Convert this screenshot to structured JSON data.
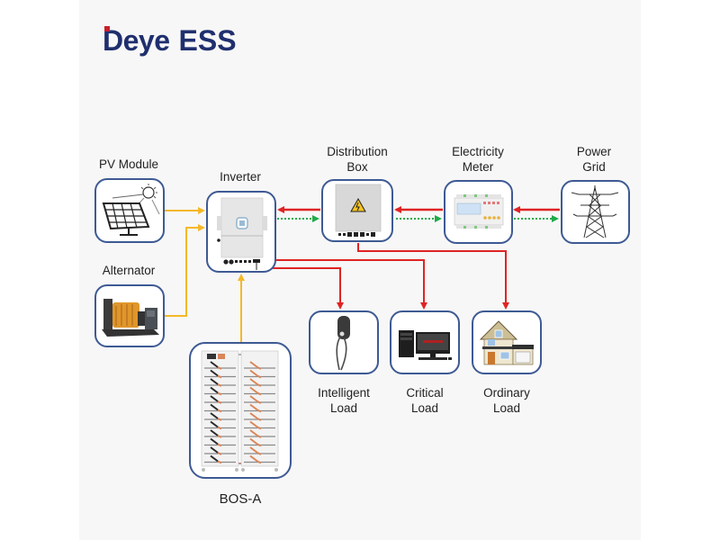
{
  "logo": {
    "brand": "Deye",
    "product": "ESS"
  },
  "colors": {
    "brand_blue": "#1f2f6e",
    "brand_red": "#c8202b",
    "node_border": "#3e5a94",
    "ac_power": "#e02424",
    "dc_power": "#f5b82a",
    "communication": "#1faa4a",
    "panel_bg": "#f7f7f7"
  },
  "nodes": {
    "pv_module": {
      "label": "PV Module"
    },
    "alternator": {
      "label": "Alternator"
    },
    "inverter": {
      "label": "Inverter"
    },
    "distribution_box": {
      "label_line1": "Distribution",
      "label_line2": "Box"
    },
    "electricity_meter": {
      "label_line1": "Electricity",
      "label_line2": "Meter"
    },
    "power_grid": {
      "label_line1": "Power",
      "label_line2": "Grid"
    },
    "intelligent_load": {
      "label_line1": "Intelligent",
      "label_line2": "Load"
    },
    "critical_load": {
      "label_line1": "Critical",
      "label_line2": "Load"
    },
    "ordinary_load": {
      "label_line1": "Ordinary",
      "label_line2": "Load"
    },
    "battery": {
      "label": "BOS-A"
    }
  },
  "connections": [
    {
      "from": "pv_module",
      "to": "inverter",
      "type": "dc_power"
    },
    {
      "from": "alternator",
      "to": "inverter",
      "type": "dc_power"
    },
    {
      "from": "battery",
      "to": "inverter",
      "type": "dc_power"
    },
    {
      "from": "distribution_box",
      "to": "inverter",
      "type": "ac_power"
    },
    {
      "from": "inverter",
      "to": "distribution_box",
      "type": "communication"
    },
    {
      "from": "electricity_meter",
      "to": "distribution_box",
      "type": "ac_power"
    },
    {
      "from": "distribution_box",
      "to": "electricity_meter",
      "type": "communication"
    },
    {
      "from": "power_grid",
      "to": "electricity_meter",
      "type": "ac_power"
    },
    {
      "from": "electricity_meter",
      "to": "power_grid",
      "type": "communication"
    },
    {
      "from": "inverter",
      "to": "intelligent_load",
      "type": "ac_power"
    },
    {
      "from": "inverter",
      "to": "critical_load",
      "type": "ac_power"
    },
    {
      "from": "distribution_box",
      "to": "ordinary_load",
      "type": "ac_power"
    }
  ]
}
